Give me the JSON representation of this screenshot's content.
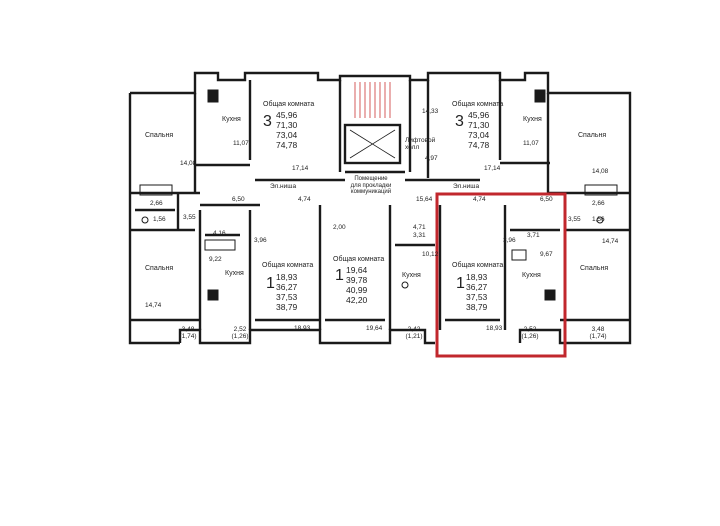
{
  "highlight_color": "#c1272d",
  "wall_color": "#1a1a1a",
  "stair_color": "#cc3333",
  "top_left_apartment": {
    "rooms": 3,
    "living_label": "Общая комната",
    "areas": [
      "45,96",
      "71,30",
      "73,04",
      "74,78"
    ],
    "kitchen_label": "Кухня",
    "kitchen_area": "11,07",
    "living_area": "17,14",
    "bedroom_label": "Спальня",
    "bedroom_area": "14,08",
    "bath_area": "2,66",
    "wc_area": "1,56",
    "corridor_area": "6,50",
    "hall_area": "3,55"
  },
  "top_right_apartment": {
    "rooms": 3,
    "living_label": "Общая комната",
    "areas": [
      "45,96",
      "71,30",
      "73,04",
      "74,78"
    ],
    "kitchen_label": "Кухня",
    "kitchen_area": "11,07",
    "living_area": "17,14",
    "bedroom_label": "Спальня",
    "bedroom_area": "14,08",
    "bath_area": "2,66",
    "wc_area": "1,56",
    "corridor_area": "6,50",
    "hall_area": "3,55"
  },
  "core": {
    "lift_label": "Лифтовой\nхолл",
    "area_1433": "14,33",
    "area_497": "4,97",
    "niche_left": "Эл.ниша",
    "niche_right": "Эл.ниша",
    "comm_label": "Помещение\nдля прокладки\nкоммуникаций",
    "area_474_left": "4,74",
    "area_474_right": "4,74",
    "area_1564": "15,64",
    "area_471": "4,71"
  },
  "bottom_left_bedroom": {
    "label": "Спальня",
    "area": "14,74",
    "balcony": "3,48\n(1,74)"
  },
  "bottom_apt_1": {
    "rooms": 1,
    "living_label": "Общая комната",
    "areas": [
      "18,93",
      "36,27",
      "37,53",
      "38,79"
    ],
    "kitchen_label": "Кухня",
    "kitchen_area": "9,22",
    "corridor": "4,16",
    "hall": "3,96",
    "living_area": "18,93",
    "balcony": "2,52\n(1,26)"
  },
  "bottom_apt_2": {
    "rooms": 1,
    "living_label": "Общая комната",
    "areas": [
      "19,64",
      "39,78",
      "40,99",
      "42,20"
    ],
    "corridor": "2,00",
    "living_area": "19,64"
  },
  "bottom_apt_3": {
    "kitchen_label": "Кухня",
    "kitchen_area": "10,12",
    "bath": "3,31",
    "balcony": "2,42\n(1,21)"
  },
  "bottom_apt_highlight": {
    "rooms": 1,
    "living_label": "Общая комната",
    "areas": [
      "18,93",
      "36,27",
      "37,53",
      "38,79"
    ],
    "kitchen_label": "Кухня",
    "kitchen_area": "9,67",
    "bath": "3,71",
    "hall": "3,96",
    "living_area": "18,93",
    "balcony": "2,52\n(1,26)"
  },
  "bottom_right_bedroom": {
    "label": "Спальня",
    "area": "14,74",
    "balcony": "3,48\n(1,74)"
  }
}
